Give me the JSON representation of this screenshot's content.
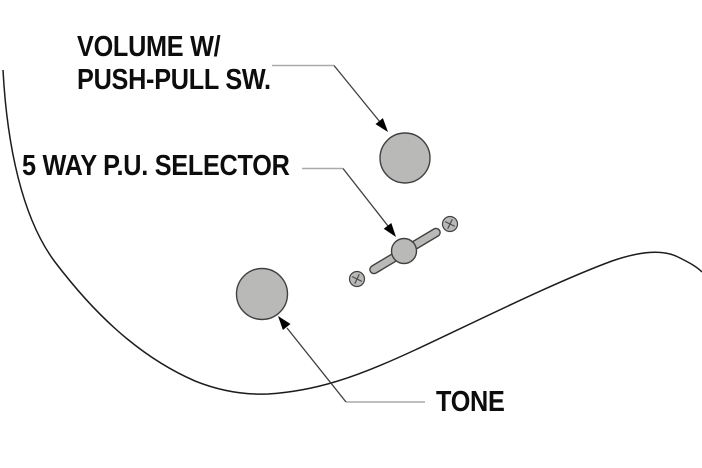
{
  "diagram": {
    "labels": {
      "volume_line1": "VOLUME W/",
      "volume_line2": "PUSH-PULL SW.",
      "selector": "5 WAY P.U. SELECTOR",
      "tone": "TONE"
    },
    "colors": {
      "background": "#ffffff",
      "text": "#0d0d0d",
      "body_outline": "#1c1c1c",
      "knob_fill": "#b9bab8",
      "knob_stroke": "#414141",
      "leader_horizontal": "#a9a9a9",
      "leader_diagonal": "#3e3e3e",
      "arrow_fill": "#000000",
      "screw_cross": "#4a4a4a"
    }
  }
}
